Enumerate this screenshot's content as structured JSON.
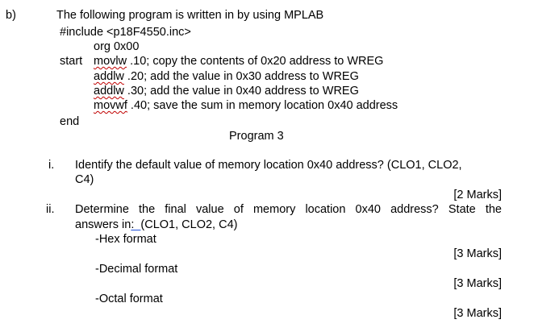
{
  "question": {
    "label": "b)",
    "intro": "The following program is written in by using MPLAB",
    "include_line": "#include <p18F4550.inc>",
    "program": {
      "org_line": "org 0x00",
      "start_label": "start",
      "lines": [
        {
          "mnemonic": "movlw",
          "rest": " .10; copy the contents of 0x20 address to WREG"
        },
        {
          "mnemonic": "addlw",
          "rest": " .20; add the value in 0x30 address to WREG"
        },
        {
          "mnemonic": "addlw",
          "rest": " .30; add the value in 0x40 address to WREG"
        },
        {
          "mnemonic": "movwf",
          "rest": " .40; save the sum in memory location 0x40 address"
        }
      ],
      "end_label": "end",
      "caption": "Program 3"
    },
    "items": [
      {
        "number": "i.",
        "line1": "Identify the default value of memory location 0x40 address? (CLO1, CLO2,",
        "line2": "C4)",
        "marks": "[2 Marks]"
      },
      {
        "number": "ii.",
        "line1": "Determine the final value of memory location 0x40 address? State the",
        "line2_prefix": "answers in",
        "line2_link": ":  ",
        "line2_suffix": "(CLO1, CLO2, C4)",
        "formats": [
          {
            "label": "-Hex format",
            "marks": "[3 Marks]"
          },
          {
            "label": "-Decimal format",
            "marks": "[3 Marks]"
          },
          {
            "label": "-Octal format",
            "marks": "[3 Marks]"
          }
        ]
      }
    ]
  }
}
